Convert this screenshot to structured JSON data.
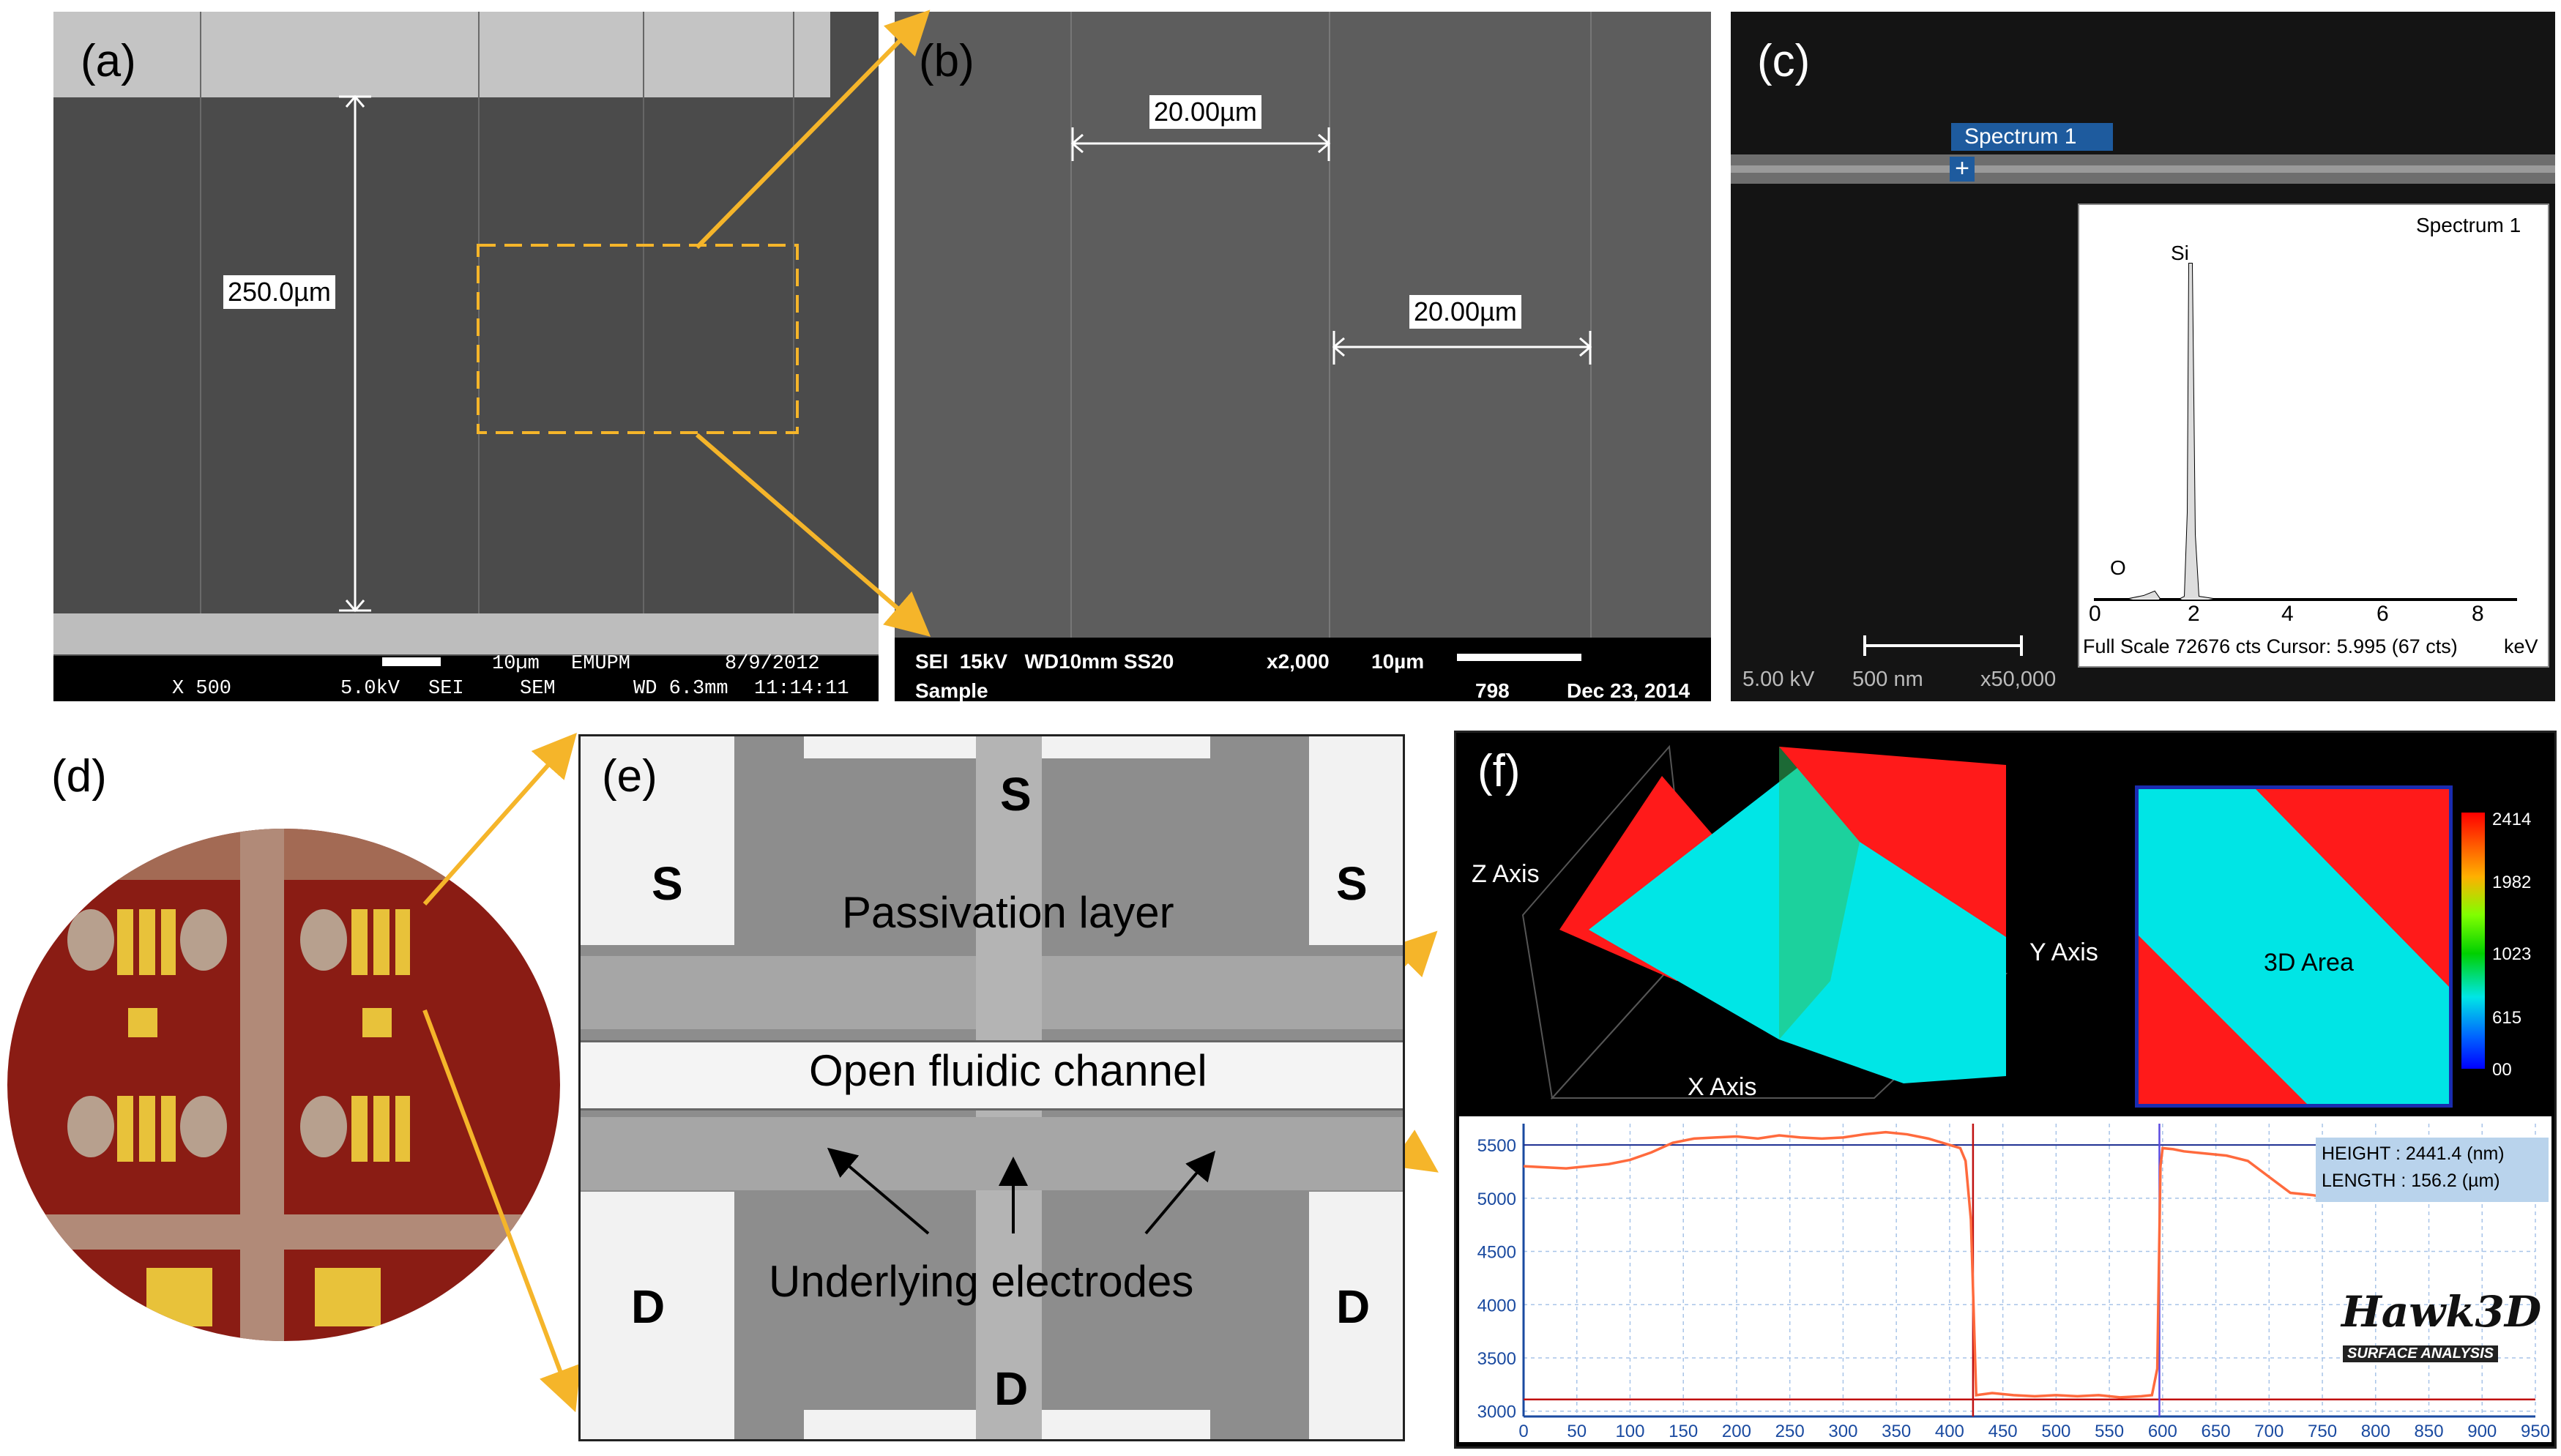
{
  "panels": {
    "a": {
      "letter": "(a)",
      "scale": "250.0µm",
      "footer": {
        "mag": "X 500",
        "kv": "5.0kV",
        "sei": "SEI",
        "scale_bar": "10µm",
        "emupm": "EMUPM",
        "sem": "SEM",
        "wd": "WD 6.3mm",
        "date": "8/9/2012",
        "time": "11:14:11"
      }
    },
    "b": {
      "letter": "(b)",
      "scale1": "20.00µm",
      "scale2": "20.00µm",
      "footer": {
        "sei": "SEI",
        "kv": "15kV",
        "wd": "WD10mm",
        "ss": "SS20",
        "mag": "x2,000",
        "scale_bar": "10µm",
        "sample": "Sample",
        "num": "798",
        "date": "Dec 23, 2014"
      }
    },
    "c": {
      "letter": "(c)",
      "spectrum_tag": "Spectrum 1",
      "marker": "+",
      "footer": {
        "kv": "5.00 kV",
        "scale": "500 nm",
        "mag": "x50,000"
      },
      "spectrum": {
        "title": "Spectrum 1",
        "peak_si": "Si",
        "peak_o": "O",
        "ticks": [
          "0",
          "2",
          "4",
          "6",
          "8"
        ],
        "unit": "keV",
        "caption": "Full Scale 72676 cts Cursor: 5.995 (67 cts)"
      }
    },
    "d": {
      "letter": "(d)"
    },
    "e": {
      "letter": "(e)",
      "s_left": "S",
      "s_top": "S",
      "s_right": "S",
      "d_left": "D",
      "d_bottom": "D",
      "d_right": "D",
      "passivation": "Passivation layer",
      "channel": "Open fluidic channel",
      "electrodes": "Underlying electrodes"
    },
    "f": {
      "letter": "(f)",
      "z_axis": "Z Axis",
      "y_axis": "Y Axis",
      "x_axis": "X Axis",
      "area": "3D Area",
      "colorbar": [
        "2414",
        "1982",
        "1023",
        "615",
        "00"
      ],
      "readout": {
        "height": "HEIGHT : 2441.4 (nm)",
        "length": "LENGTH : 156.2 (µm)"
      },
      "logo": "Hawk3D",
      "logo_sub": "SURFACE ANALYSIS"
    }
  },
  "chart_data": {
    "type": "line",
    "x_ticks": [
      "0",
      "50",
      "100",
      "150",
      "200",
      "250",
      "300",
      "350",
      "400",
      "450",
      "500",
      "550",
      "600",
      "650",
      "700",
      "750",
      "800",
      "850",
      "900",
      "950"
    ],
    "y_ticks": [
      "5500",
      "5000",
      "4500",
      "4000",
      "3500",
      "3000"
    ],
    "xlim": [
      0,
      950
    ],
    "ylim": [
      2950,
      5700
    ],
    "series": [
      {
        "x": [
          0,
          20,
          40,
          60,
          80,
          100,
          120,
          140,
          160,
          180,
          200,
          220,
          240,
          260,
          280,
          300,
          320,
          340,
          360,
          380,
          400,
          410,
          415,
          420,
          425,
          440,
          460,
          480,
          500,
          520,
          540,
          560,
          580,
          590,
          595,
          598,
          600,
          610,
          620,
          640,
          660,
          680,
          700,
          720,
          740,
          760,
          780
        ],
        "y": [
          5300,
          5290,
          5280,
          5300,
          5320,
          5360,
          5430,
          5520,
          5560,
          5570,
          5580,
          5560,
          5590,
          5570,
          5560,
          5570,
          5600,
          5620,
          5600,
          5560,
          5500,
          5470,
          5350,
          4800,
          3150,
          3170,
          3150,
          3140,
          3150,
          3140,
          3150,
          3130,
          3140,
          3150,
          3400,
          5300,
          5470,
          5460,
          5440,
          5420,
          5400,
          5350,
          5200,
          5050,
          5030,
          5000,
          5020
        ],
        "color": "#ff6a3d"
      }
    ],
    "markers": {
      "hline_top": 5500,
      "hline_bottom": 3110,
      "vline_red": 422,
      "vline_blue": 597
    },
    "grid": true
  }
}
